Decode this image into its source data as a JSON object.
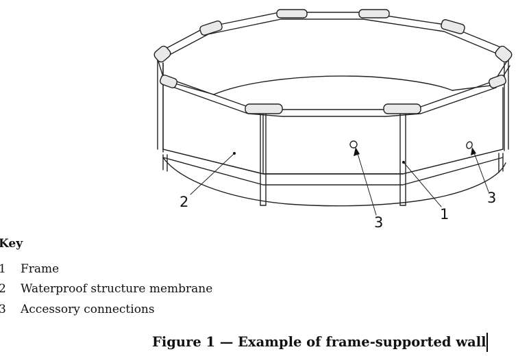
{
  "figure": {
    "callouts": [
      {
        "text": "2"
      },
      {
        "text": "3"
      },
      {
        "text": "1"
      },
      {
        "text": "3"
      }
    ]
  },
  "key": {
    "title": "Key",
    "items": [
      {
        "num": "1",
        "label": "Frame"
      },
      {
        "num": "2",
        "label": "Waterproof structure membrane"
      },
      {
        "num": "3",
        "label": "Accessory connections"
      }
    ]
  },
  "caption": "Figure 1 — Example of frame-supported wall",
  "colors": {
    "ink": "#111111",
    "post_fill": "#e9e9e9",
    "background": "#ffffff"
  }
}
